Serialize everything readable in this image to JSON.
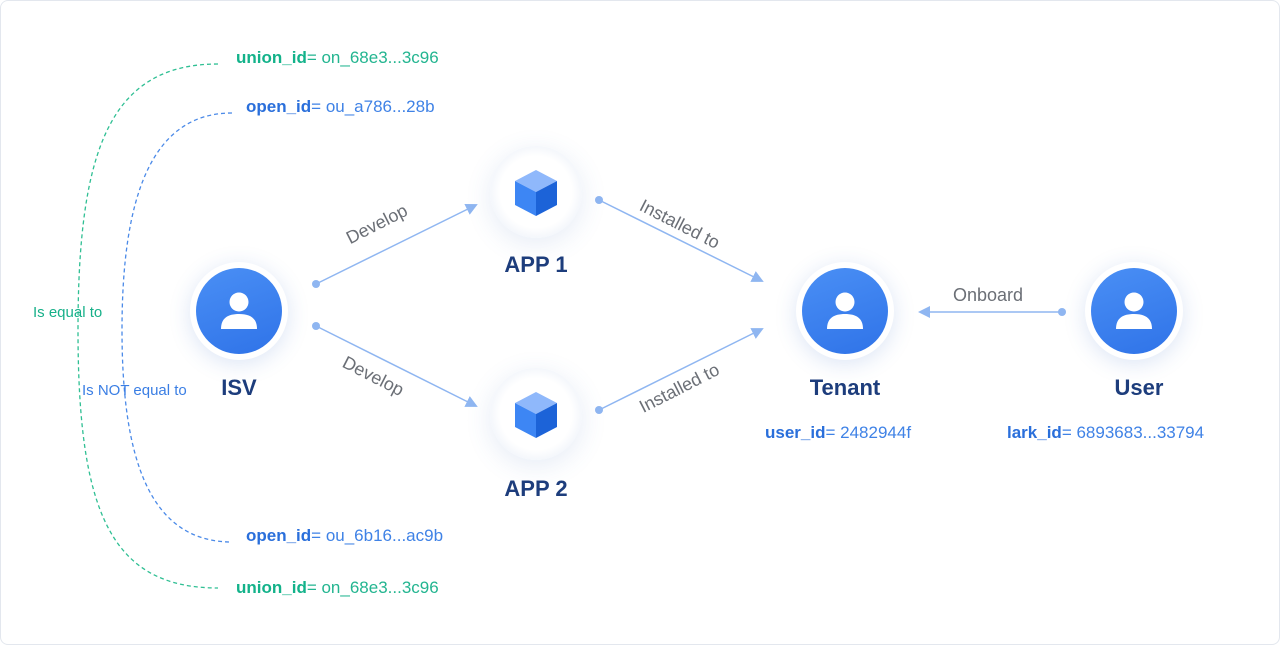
{
  "nodes": {
    "isv": "ISV",
    "app1": "APP 1",
    "app2": "APP 2",
    "tenant": "Tenant",
    "user": "User"
  },
  "edges": {
    "develop_1": "Develop",
    "develop_2": "Develop",
    "installed_1": "Installed to",
    "installed_2": "Installed to",
    "onboard": "Onboard"
  },
  "ids": {
    "union_top": {
      "key": "union_id",
      "value": "= on_68e3...3c96"
    },
    "open_top": {
      "key": "open_id",
      "value": "= ou_a786...28b"
    },
    "open_bottom": {
      "key": "open_id",
      "value": "= ou_6b16...ac9b"
    },
    "union_bottom": {
      "key": "union_id",
      "value": "= on_68e3...3c96"
    },
    "tenant_user": {
      "key": "user_id",
      "value": "= 2482944f"
    },
    "user_lark": {
      "key": "lark_id",
      "value": "= 6893683...33794"
    }
  },
  "relations": {
    "equal": "Is equal to",
    "not_equal": "Is NOT equal to"
  },
  "colors": {
    "node_blue": "#2f73e8",
    "label_navy": "#1d3d7c",
    "union_green": "#13b28a",
    "open_blue": "#2a6fdb",
    "arrow_blue": "#8fb6f1"
  },
  "icons": {
    "person": "person-icon",
    "app": "cube-icon"
  }
}
